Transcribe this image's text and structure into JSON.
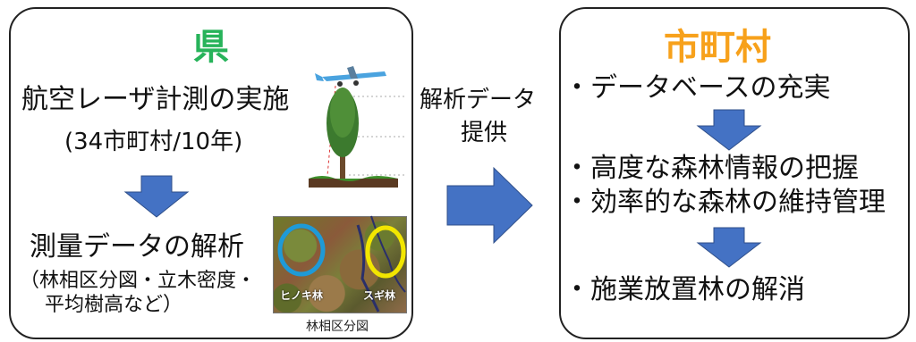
{
  "left": {
    "title": "県",
    "line1": "航空レーザ計測の実施",
    "line2": "(34市町村/10年)",
    "analysis": "測量データの解析",
    "details1": "（林相区分図・立木密度・",
    "details2": "平均樹高など）",
    "map_caption": "林相区分図",
    "label_hinoki": "ヒノキ林",
    "label_sugi": "スギ林"
  },
  "middle": {
    "line1": "解析データ",
    "line2": "提供"
  },
  "right": {
    "title": "市町村",
    "item1": "・データベースの充実",
    "item2": "・高度な森林情報の把握",
    "item3": "・効率的な森林の維持管理",
    "item4": "・施業放置林の解消"
  },
  "colors": {
    "arrow_blue": "#4472c4",
    "title_green": "#27b35a",
    "title_orange": "#f7a11b",
    "circle_blue": "#1f9ad6",
    "circle_yellow": "#f2e600"
  }
}
